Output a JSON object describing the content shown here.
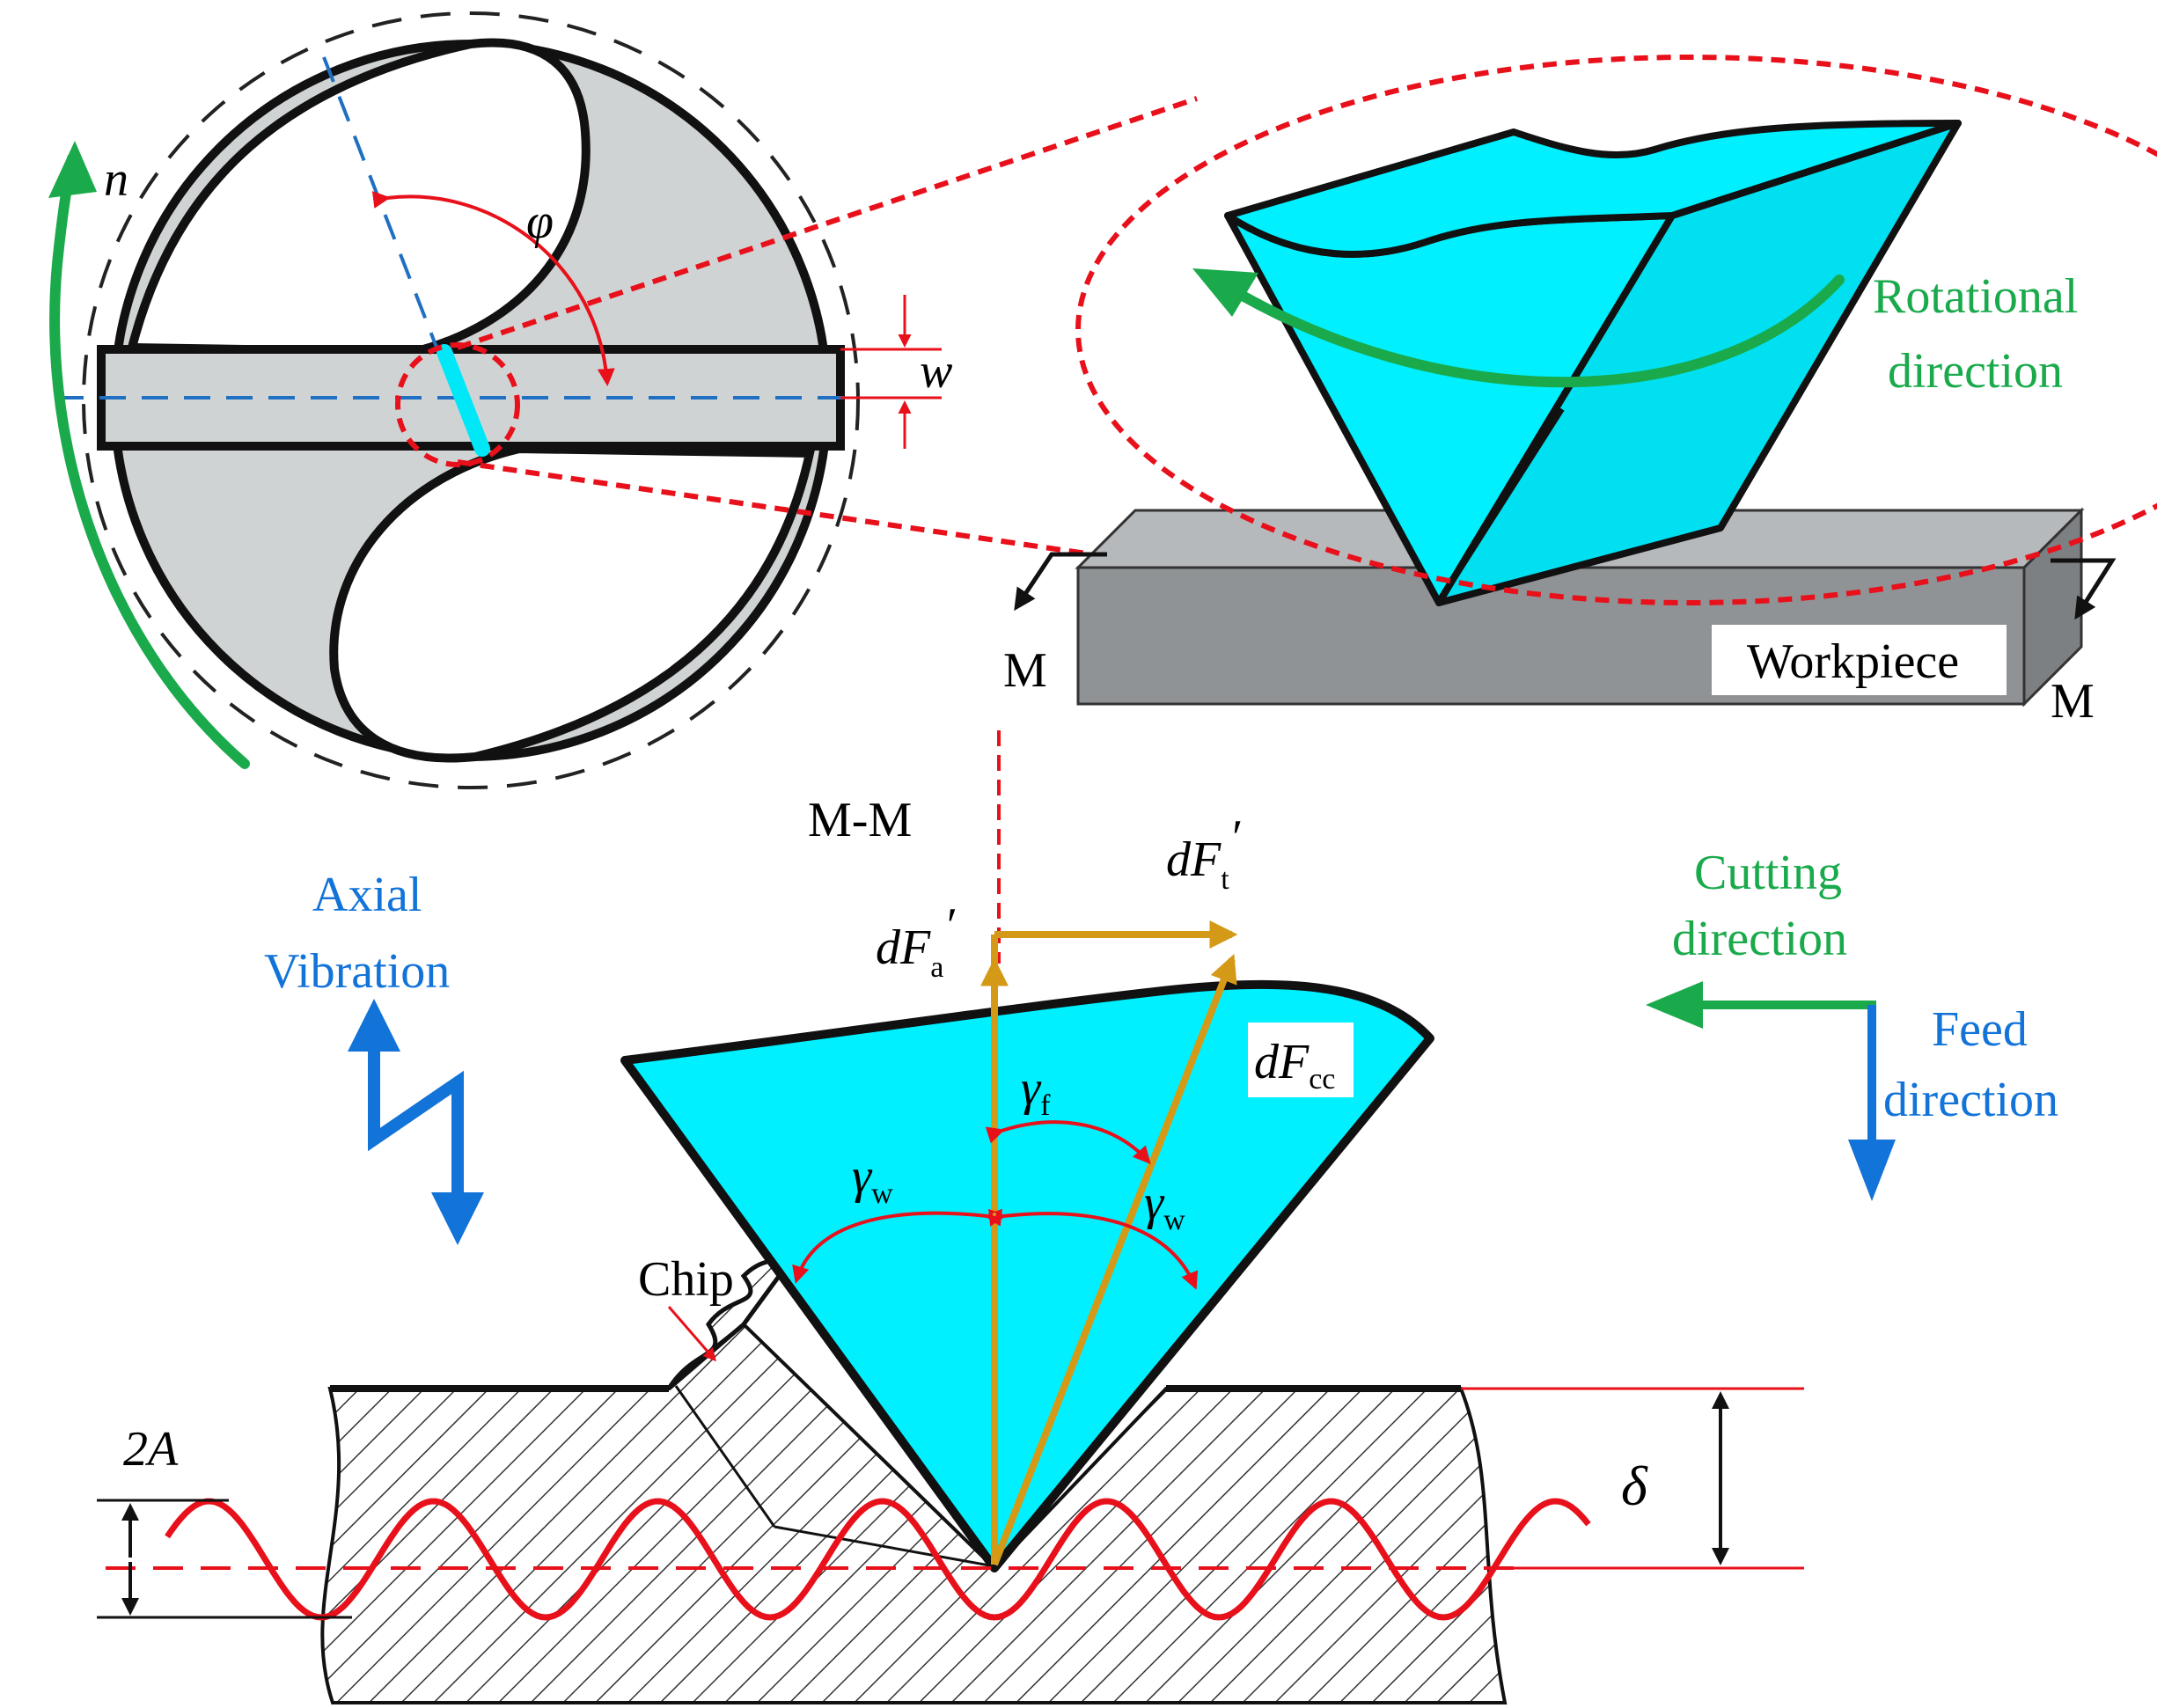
{
  "labels": {
    "n": "n",
    "phi": "φ",
    "w": "w",
    "rotational_1": "Rotational",
    "rotational_2": "direction",
    "workpiece": "Workpiece",
    "m_left": "M",
    "m_right": "M",
    "section": "M-M",
    "axial_1": "Axial",
    "axial_2": "Vibration",
    "cutting_1": "Cutting",
    "cutting_2": "direction",
    "feed_1": "Feed",
    "feed_2": "direction",
    "dft": "dF",
    "dft_sub": "t",
    "dfa": "dF",
    "dfa_sub": "a",
    "prime": "′",
    "dfcc": "dF",
    "dfcc_sub": "cc",
    "gamma": "γ",
    "gamma_f_sub": "f",
    "gamma_w_sub": "w",
    "chip": "Chip",
    "amp": "2A",
    "delta": "δ"
  },
  "colors": {
    "tool": "#00f0ff",
    "gray_fill": "#d0d3d4",
    "workpiece": "#909396",
    "red": "#e8101a",
    "green": "#1aaa4c",
    "blue": "#1273d8",
    "gold": "#d49a17",
    "dash_blue": "#1f6fc2"
  }
}
